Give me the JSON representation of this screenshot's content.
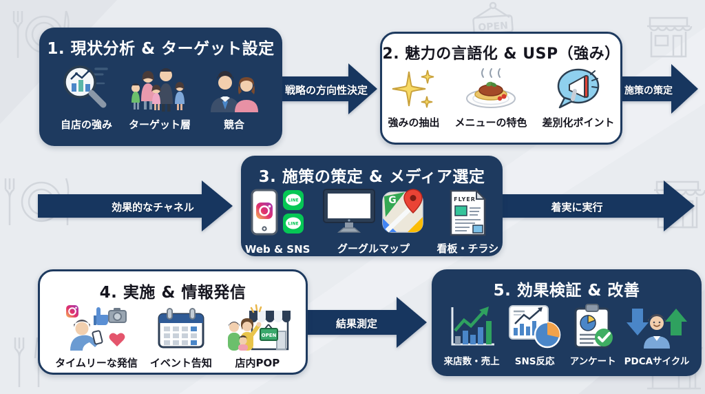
{
  "page": {
    "background_color": "#e9ecf0",
    "navy_color": "#1e3a5f",
    "arrow_color": "#17365f"
  },
  "boxes": [
    {
      "title": "1. 現状分析 & ターゲット設定",
      "style": "navy",
      "items": [
        {
          "icon": "magnifier-chart-icon",
          "label": "自店の強み"
        },
        {
          "icon": "family-icon",
          "label": "ターゲット層"
        },
        {
          "icon": "business-people-icon",
          "label": "競合"
        }
      ]
    },
    {
      "title": "2. 魅力の言語化 & USP（強み）",
      "style": "light",
      "items": [
        {
          "icon": "sparkles-icon",
          "label": "強みの抽出"
        },
        {
          "icon": "pasta-dish-icon",
          "label": "メニューの特色"
        },
        {
          "icon": "megaphone-bubble-icon",
          "label": "差別化ポイント"
        }
      ]
    },
    {
      "title": "3. 施策の策定 & メディア選定",
      "style": "navy",
      "items": [
        {
          "icon": "smartphone-instagram-icon line-app-icon",
          "label": "Web & SNS"
        },
        {
          "icon": "desktop-monitor-icon google-maps-icon",
          "label": "グーグルマップ"
        },
        {
          "icon": "flyer-icon",
          "label": "看板・チラシ"
        }
      ]
    },
    {
      "title": "4. 実施 & 情報発信",
      "style": "light",
      "items": [
        {
          "icon": "person-posting-icon",
          "label": "タイムリーな発信"
        },
        {
          "icon": "calendar-icon",
          "label": "イベント告知"
        },
        {
          "icon": "storefront-open-icon",
          "label": "店内POP"
        }
      ]
    },
    {
      "title": "5. 効果検証 & 改善",
      "style": "navy",
      "items": [
        {
          "icon": "bar-chart-growth-icon",
          "label": "来店数・売上"
        },
        {
          "icon": "sns-analytics-icon",
          "label": "SNS反応"
        },
        {
          "icon": "survey-clipboard-icon",
          "label": "アンケート"
        },
        {
          "icon": "pdca-person-icon",
          "label": "PDCAサイクル"
        }
      ]
    }
  ],
  "arrows": [
    {
      "label": "戦略の方向性決定"
    },
    {
      "label": "施策の策定"
    },
    {
      "label": "効果的なチャネル"
    },
    {
      "label": "着実に実行"
    },
    {
      "label": "結果測定"
    }
  ],
  "icon_texts": {
    "open": "OPEN",
    "flyer": "FLYER",
    "line": "LINE",
    "gmap_letter": "G"
  }
}
